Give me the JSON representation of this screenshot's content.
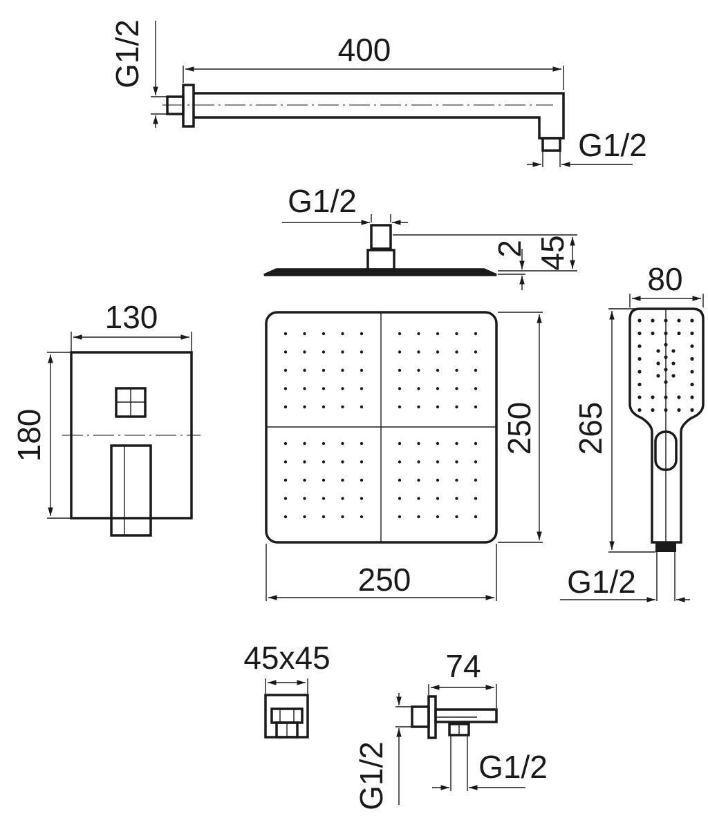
{
  "title": "Shower set dimension drawing",
  "colors": {
    "line": "#1a1a1a",
    "background": "#ffffff"
  },
  "shower_arm": {
    "length": "400",
    "wall_thread": "G1/2",
    "outlet_thread": "G1/2"
  },
  "head_side": {
    "thread": "G1/2",
    "plate_thickness": "2",
    "total_height": "45"
  },
  "head_top": {
    "width": "250",
    "depth": "250"
  },
  "mixer": {
    "width": "130",
    "height": "180"
  },
  "hand_shower": {
    "width": "80",
    "length": "265",
    "thread": "G1/2"
  },
  "holder": {
    "size": "45x45"
  },
  "wall_outlet": {
    "length": "74",
    "wall_thread": "G1/2",
    "outlet_thread": "G1/2"
  }
}
